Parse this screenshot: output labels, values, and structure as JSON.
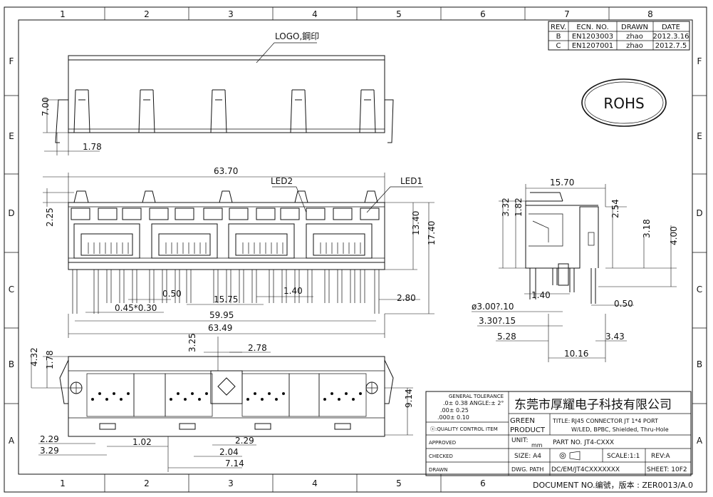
{
  "border": {
    "columns": [
      "1",
      "2",
      "3",
      "4",
      "5",
      "6",
      "7",
      "8"
    ],
    "rows": [
      "F",
      "E",
      "D",
      "C",
      "B",
      "A"
    ]
  },
  "revisions": {
    "headers": [
      "REV.",
      "ECN. NO.",
      "DRAWN",
      "DATE"
    ],
    "rows": [
      [
        "B",
        "EN1203003",
        "zhao",
        "2012.3.16"
      ],
      [
        "C",
        "EN1207001",
        "zhao",
        "2012.7.5"
      ]
    ]
  },
  "rohs": "ROHS",
  "callouts": {
    "logo": "LOGO,鋼印",
    "led1": "LED1",
    "led2": "LED2"
  },
  "dimensions": {
    "top_height": "7.00",
    "top_pin_offset": "1.78",
    "front_overall": "63.70",
    "front_led_offset": "2.25",
    "front_height_a": "13.40",
    "front_height_b": "17.40",
    "front_pin_width": "0.50",
    "front_pin_pitch": "1.40",
    "front_pin_size": "0.45*0.30",
    "front_port_pitch": "15.75",
    "front_side": "2.80",
    "front_span": "59.95",
    "front_base": "63.49",
    "side_depth": "15.70",
    "side_3_32": "3.32",
    "side_1_82": "1.82",
    "side_2_54": "2.54",
    "side_3_18": "3.18",
    "side_4_00": "4.00",
    "side_1_40": "1.40",
    "side_0_50": "0.50",
    "side_hole_a": "ø3.00?.10",
    "side_hole_b": "3.30?.15",
    "side_5_28": "5.28",
    "side_3_43": "3.43",
    "side_10_16": "10.16",
    "bot_3_25": "3.25",
    "bot_2_78": "2.78",
    "bot_4_32": "4.32",
    "bot_1_78": "1.78",
    "bot_9_14": "9.14",
    "bot_2_29a": "2.29",
    "bot_3_29": "3.29",
    "bot_1_02": "1.02",
    "bot_2_29b": "2.29",
    "bot_2_04": "2.04",
    "bot_7_14": "7.14"
  },
  "title_block": {
    "tolerance_title": "GENERAL TOLERANCE",
    "tolerance_1": ".0± 0.38 ANGLE:± 2°",
    "tolerance_2": ".00± 0.25",
    "tolerance_3": ".000± 0.10",
    "quality": "ⓧ:QUALITY CONTROL ITEM",
    "approved": "APPROVED",
    "checked": "CHECKED",
    "drawn": "DRAWN",
    "company": "东莞市厚耀电子科技有限公司",
    "green_product_1": "GREEN",
    "green_product_2": "PRODUCT",
    "title_label": "TITLE:",
    "title_1": "RJ45 CONNECTOR JT 1*4 PORT",
    "title_2": "W/LED, BPBC, Shielded, Thru-Hole",
    "unit_label": "UNIT:",
    "unit_value": "mm",
    "part_no": "PART NO. JT4-CXXX",
    "size": "SIZE: A4",
    "scale": "SCALE:1:1",
    "rev": "REV:A",
    "dwg_path_label": "DWG. PATH",
    "dwg_path": "DC/EM/JT4CXXXXXXX",
    "sheet": "SHEET: 10F2",
    "document_no": "DOCUMENT NO.编號，版本 : ZER0013/A.0"
  }
}
